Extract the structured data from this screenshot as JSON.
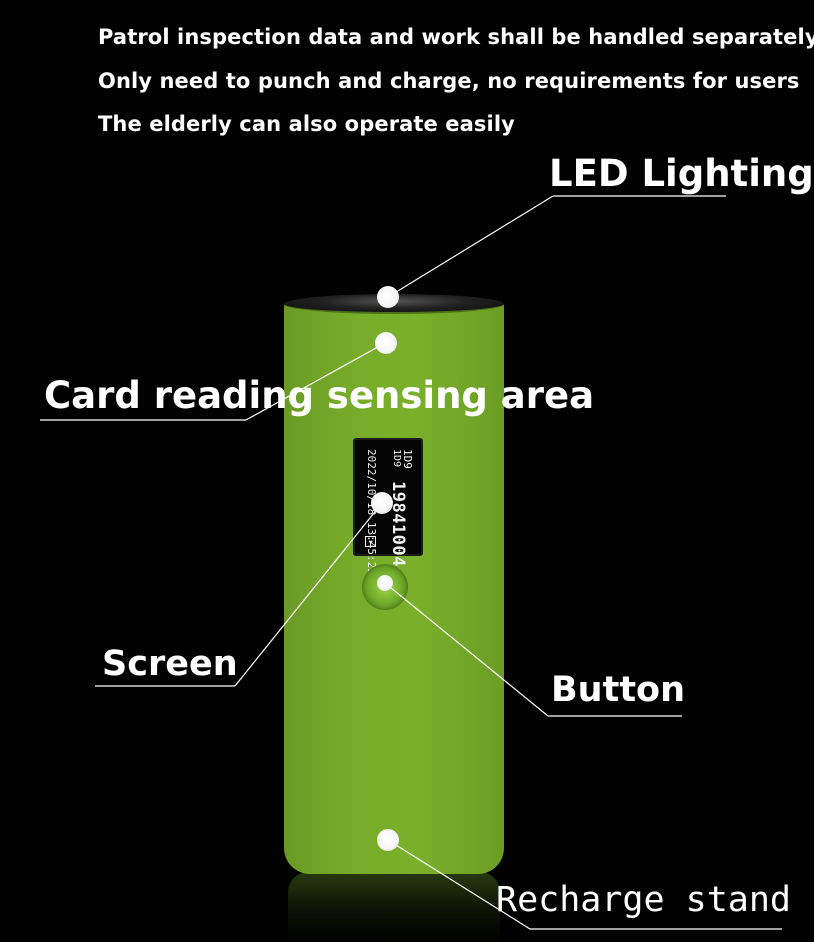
{
  "intro": {
    "lines": [
      "Patrol inspection data and work shall be handled separately",
      "Only need to punch and charge, no requirements for users",
      "The elderly can also operate easily"
    ]
  },
  "callouts": {
    "led": "LED Lighting",
    "card": "Card reading sensing area",
    "screen": "Screen",
    "button": "Button",
    "stand": "Recharge stand"
  },
  "device_screen": {
    "line1": "1D9",
    "line2": "1D9",
    "id": "19841004",
    "timestamp": "2022/10/18 13:45:25",
    "battery_icon": "battery-icon"
  },
  "colors": {
    "device_body": "#77ab2a",
    "background": "#020202",
    "text": "#ffffff"
  }
}
